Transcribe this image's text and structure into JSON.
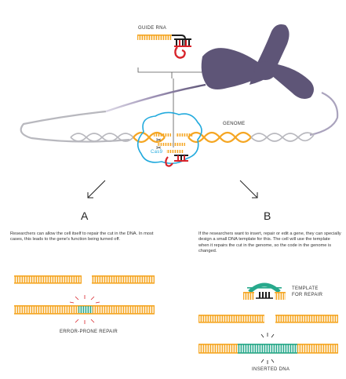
{
  "top": {
    "guide_rna_label": "GUIDE RNA",
    "genome_label": "GENOME",
    "cas9_label": "Cas9"
  },
  "panel_a": {
    "letter": "A",
    "text": "Researchers can allow the cell itself to repair the cut in the DNA. In most cases, this leads to the gene's function being turned off.",
    "repair_label": "ERROR-PRONE REPAIR"
  },
  "panel_b": {
    "letter": "B",
    "text": "If the researchers want to insert, repair or edit a gene, they can specially design a small DNA template for this. The cell will use the template when it repairs the cut in the genome, so the code in the genome is changed.",
    "template_label_line1": "TEMPLATE",
    "template_label_line2": "FOR REPAIR",
    "inserted_label": "INSERTED DNA"
  },
  "colors": {
    "dna_orange": "#f5a623",
    "dna_grey": "#b8b8be",
    "insert_green": "#27a98c",
    "chromosome": "#5e5577",
    "cas9_outline": "#22aadd",
    "rna_red": "#d8232a",
    "dark": "#1d1d1d"
  }
}
